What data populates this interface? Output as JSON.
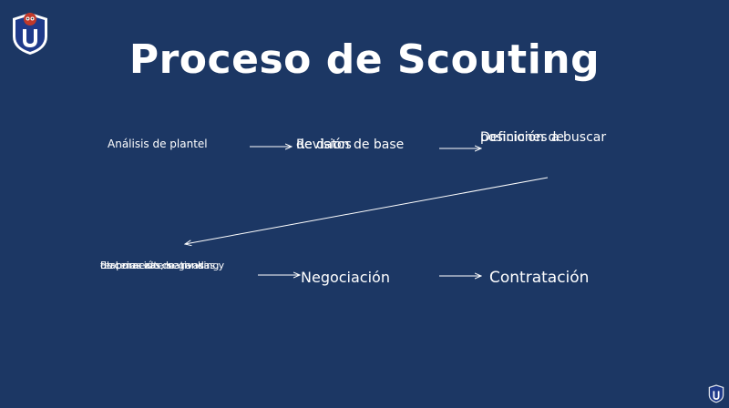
{
  "slide": {
    "title": "Proceso de Scouting",
    "logo_icon": "university-owl-crest-icon"
  },
  "process": {
    "steps": [
      {
        "lines": [
          "Análisis de plantel"
        ]
      },
      {
        "lines": [
          "Revisión de base",
          "de datos"
        ]
      },
      {
        "lines": [
          "Definición de",
          "posiciones a buscar"
        ]
      },
      {
        "lines": [
          "Elaboración de  ranking",
          "de primeras, segundas y",
          "terceras alternativas"
        ]
      },
      {
        "lines": [
          "Negociación"
        ]
      },
      {
        "lines": [
          "Contratación"
        ]
      }
    ]
  },
  "colors": {
    "background": "#1c3764",
    "text": "#ffffff",
    "crest_primary": "#1f3a8a",
    "crest_accent": "#c0392b"
  }
}
